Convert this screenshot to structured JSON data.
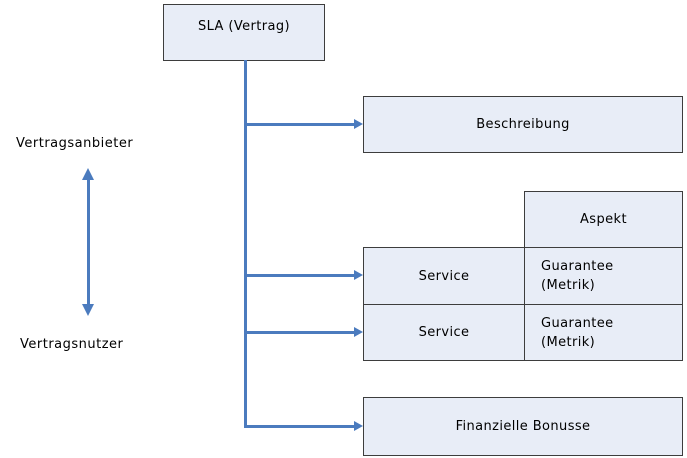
{
  "nodes": {
    "sla": "SLA (Vertrag)",
    "beschreibung": "Beschreibung",
    "aspekt": "Aspekt",
    "service_row1": {
      "service": "Service",
      "guarantee": "Guarantee (Metrik)"
    },
    "service_row2": {
      "service": "Service",
      "guarantee": "Guarantee (Metrik)"
    },
    "bonusse": "Finanzielle Bonusse"
  },
  "side_labels": {
    "provider": "Vertragsanbieter",
    "consumer": "Vertragsnutzer"
  },
  "colors": {
    "background": "#ffffff",
    "text": "#000000",
    "box-fill": "#e8edf7",
    "box-border": "#3d3d3d",
    "arrow-blue": "#4b7bbe"
  }
}
